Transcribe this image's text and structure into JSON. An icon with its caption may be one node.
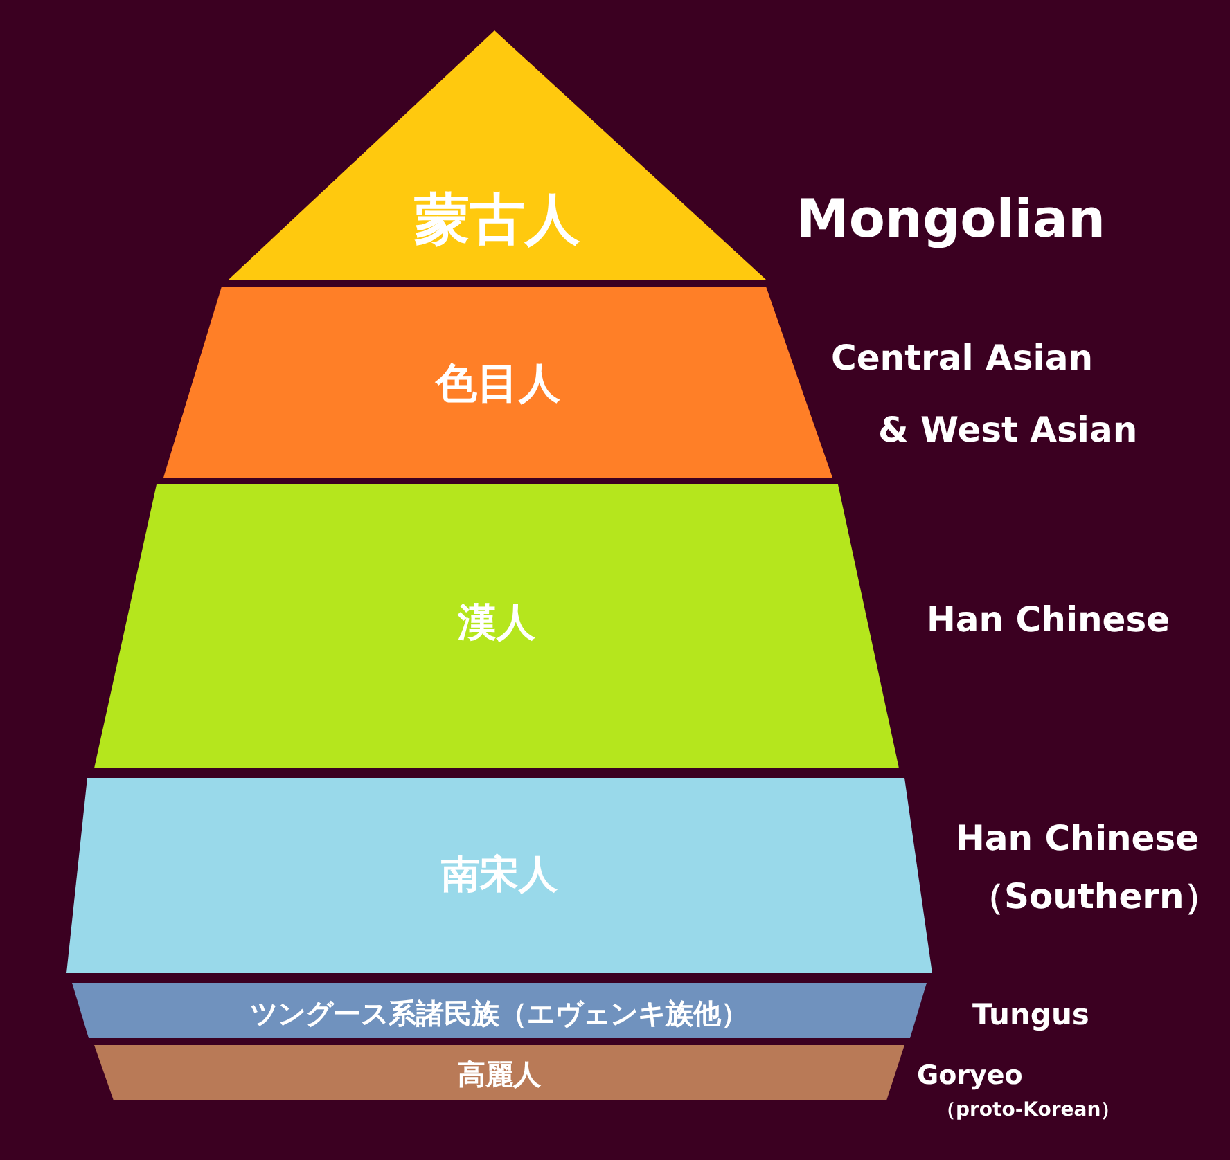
{
  "diagram": {
    "nodes": [
      {
        "text": [
          "蒙古人"
        ],
        "beside": [
          "Mongolian"
        ]
      },
      {
        "text": [
          "色目人"
        ],
        "beside": [
          "Central Asian",
          "& West Asian"
        ]
      },
      {
        "text": [
          "漢人"
        ],
        "beside": [
          "Han Chinese"
        ]
      },
      {
        "text": [
          "南宋人"
        ],
        "beside": [
          "Han Chinese",
          "（Southern）"
        ]
      },
      {
        "text": [
          "ツングース系諸民族（エヴェンキ族他）"
        ],
        "beside": [
          "Tungus"
        ]
      },
      {
        "text": [
          "高麗人"
        ],
        "beside": [
          "Goryeo",
          "（proto-Korean）"
        ]
      }
    ]
  }
}
